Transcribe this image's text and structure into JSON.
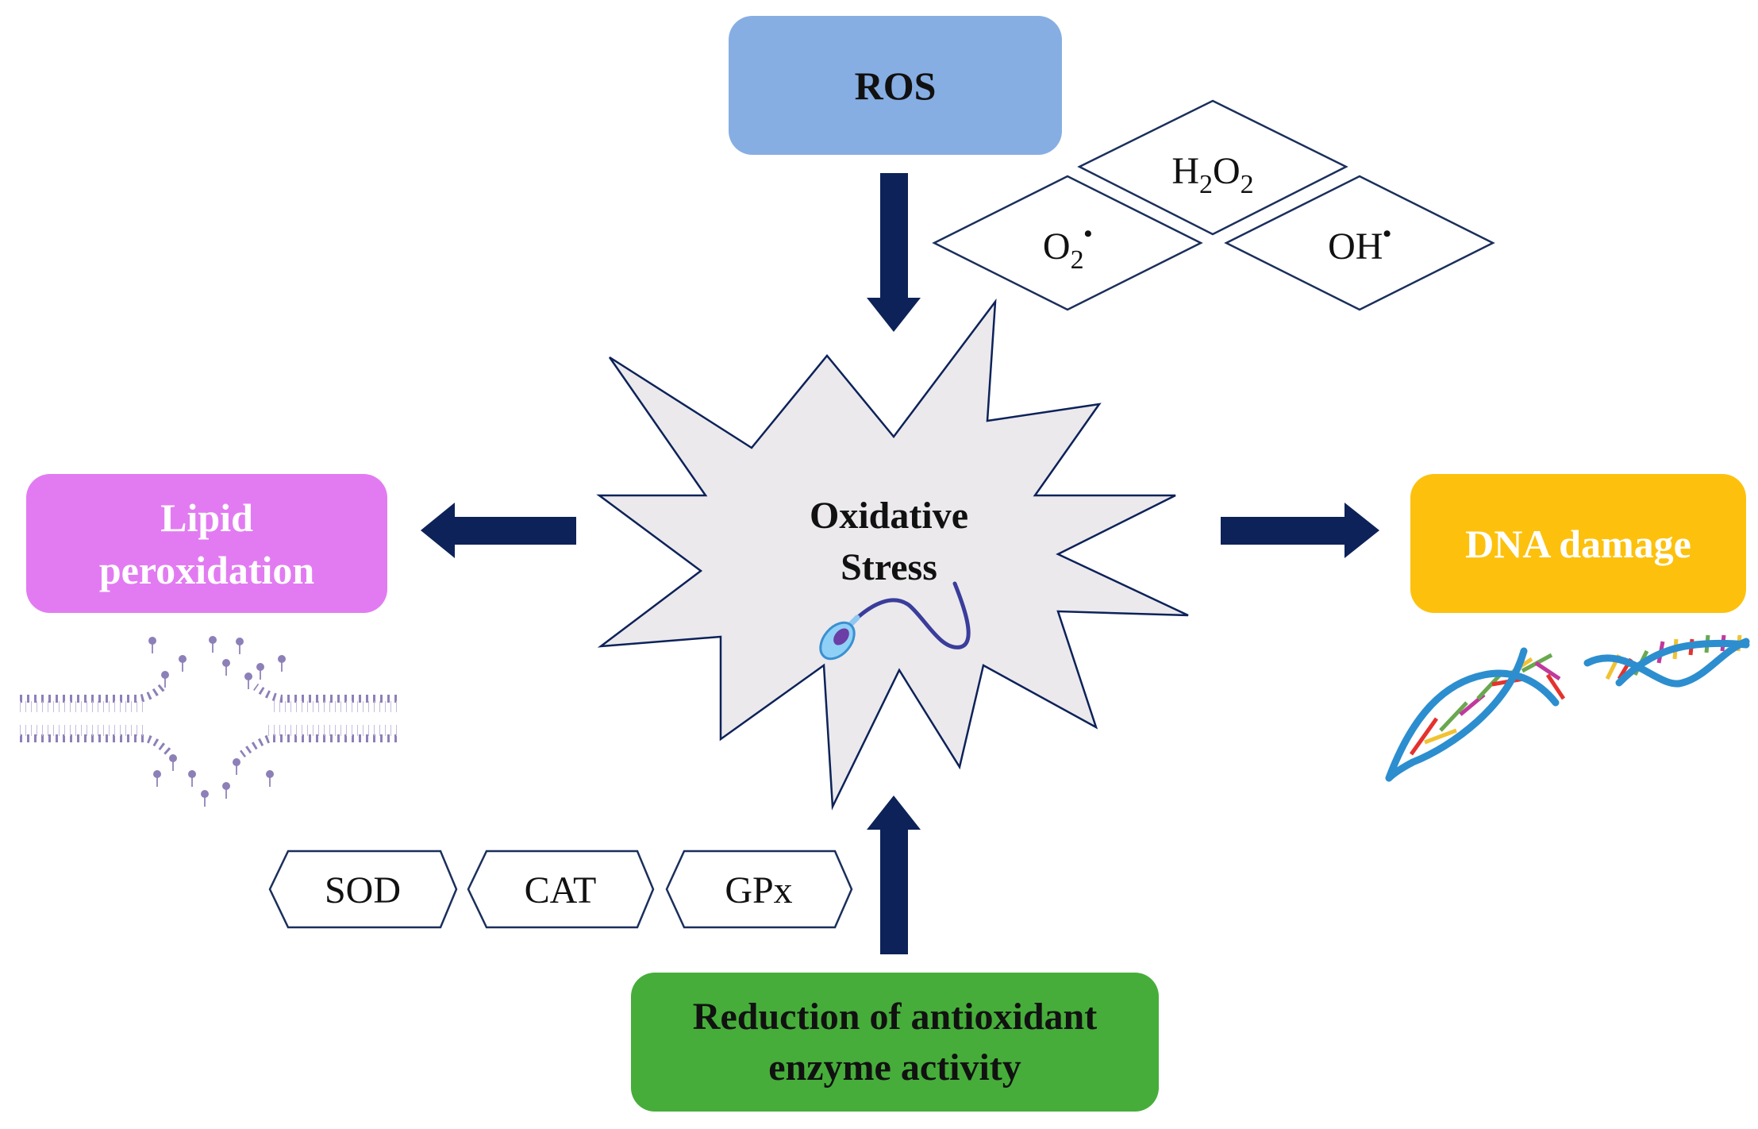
{
  "center": {
    "line1": "Oxidative",
    "line2": "Stress"
  },
  "ros": {
    "label": "ROS"
  },
  "ros_species": {
    "h2o2": {
      "main": "H",
      "sub1": "2",
      "main2": "O",
      "sub2": "2"
    },
    "o2": {
      "main": "O",
      "sub": "2",
      "dot": "•"
    },
    "oh": {
      "main": "OH",
      "dot": "•"
    }
  },
  "lipid": {
    "line1": "Lipid",
    "line2": "peroxidation"
  },
  "dna": {
    "label": "DNA damage"
  },
  "reduction": {
    "line1": "Reduction of antioxidant",
    "line2": "enzyme activity"
  },
  "enzymes": [
    "SOD",
    "CAT",
    "GPx"
  ],
  "colors": {
    "ros": "#86aee3",
    "lipid": "#e27bf2",
    "dna": "#fdc10d",
    "reduction": "#46ad3a",
    "arrow": "#0d2259",
    "star_fill": "#ebe9ec",
    "star_stroke": "#0d2259",
    "helix_blue": "#2c8ecf"
  },
  "icons": [
    "sperm-icon",
    "lipid-membrane-icon",
    "dna-helix-icon"
  ]
}
